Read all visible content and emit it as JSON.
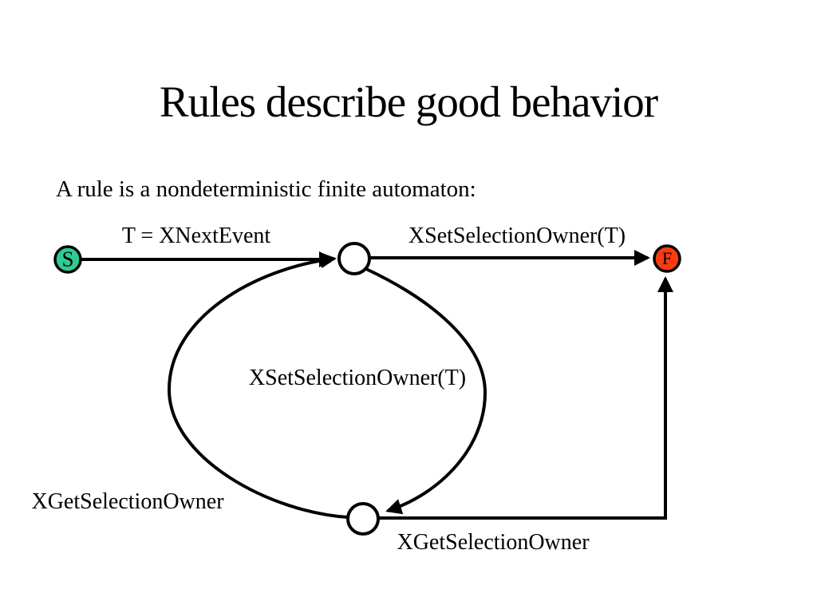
{
  "slide": {
    "title": "Rules describe good behavior",
    "subtitle": "A rule is a nondeterministic finite automaton:"
  },
  "diagram": {
    "type": "nondeterministic-finite-automaton",
    "nodes": {
      "start": {
        "id": "S",
        "label": "S",
        "fill": "#2fcc92",
        "border": "#000000"
      },
      "mid_top": {
        "id": "q1",
        "label": "",
        "fill": "#ffffff",
        "border": "#000000"
      },
      "mid_bottom": {
        "id": "q2",
        "label": "",
        "fill": "#ffffff",
        "border": "#000000"
      },
      "final": {
        "id": "F",
        "label": "F",
        "fill": "#fb3b10",
        "border": "#000000"
      }
    },
    "edges": {
      "s_to_q1": {
        "from": "S",
        "to": "q1",
        "label": "T = XNextEvent"
      },
      "q1_to_f": {
        "from": "q1",
        "to": "F",
        "label": "XSetSelectionOwner(T)"
      },
      "q1_to_q2": {
        "from": "q1",
        "to": "q2",
        "label": "XSetSelectionOwner(T)"
      },
      "q2_to_q1": {
        "from": "q2",
        "to": "q1",
        "label": "XGetSelectionOwner"
      },
      "q2_to_f": {
        "from": "q2",
        "to": "F",
        "label": "XGetSelectionOwner"
      }
    },
    "edge_color": "#000000",
    "background": "#ffffff"
  }
}
